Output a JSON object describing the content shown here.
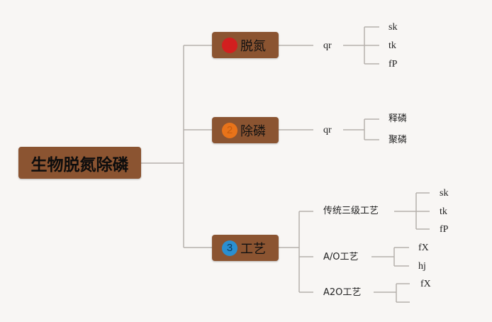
{
  "colors": {
    "node_fill": "#8b5431",
    "connector": "#b5b0ab",
    "badge_1": "#d21f1f",
    "badge_2": "#e8731a",
    "badge_3": "#2a8fd0",
    "background": "#f8f6f4"
  },
  "root": {
    "label": "生物脱氮除磷"
  },
  "branches": [
    {
      "badge": "1",
      "label": "脱氮",
      "children": [
        {
          "label": "qr",
          "children": [
            "sk",
            "tk",
            "fP"
          ]
        }
      ]
    },
    {
      "badge": "2",
      "label": "除磷",
      "children": [
        {
          "label": "qr",
          "children": [
            "释磷",
            "聚磷"
          ]
        }
      ]
    },
    {
      "badge": "3",
      "label": "工艺",
      "children": [
        {
          "label": "传统三级工艺",
          "children": [
            "sk",
            "tk",
            "fP"
          ]
        },
        {
          "label": "A/O工艺",
          "children": [
            "fX",
            "hj"
          ]
        },
        {
          "label": "A2O工艺",
          "children": [
            "fX",
            ""
          ]
        }
      ]
    }
  ]
}
